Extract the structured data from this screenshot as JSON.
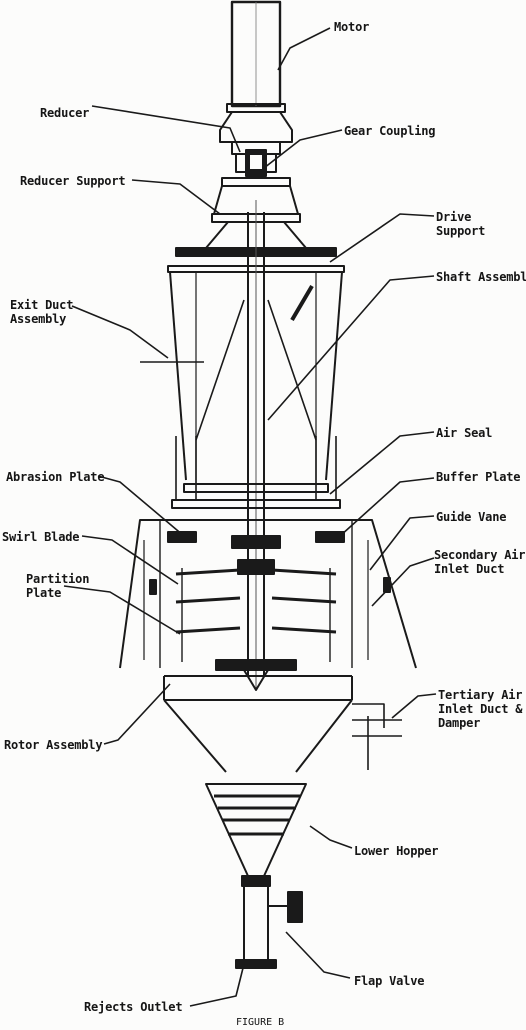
{
  "figure": {
    "caption": "FIGURE B",
    "labels": {
      "motor": "Motor",
      "reducer": "Reducer",
      "gear_coupling": "Gear Coupling",
      "reducer_support": "Reducer Support",
      "drive_support": "Drive Support",
      "shaft_assembly": "Shaft Assembly",
      "exit_duct_assembly": "Exit Duct Assembly",
      "air_seal": "Air Seal",
      "abrasion_plate": "Abrasion Plate",
      "buffer_plate": "Buffer Plate",
      "guide_vane": "Guide Vane",
      "swirl_blade": "Swirl Blade",
      "secondary_air_inlet_duct": "Secondary Air Inlet Duct",
      "partition_plate": "Partition Plate",
      "tertiary_air_inlet_duct_damper": "Tertiary Air Inlet Duct & Damper",
      "rotor_assembly": "Rotor Assembly",
      "lower_hopper": "Lower Hopper",
      "flap_valve": "Flap Valve",
      "rejects_outlet": "Rejects Outlet"
    }
  }
}
